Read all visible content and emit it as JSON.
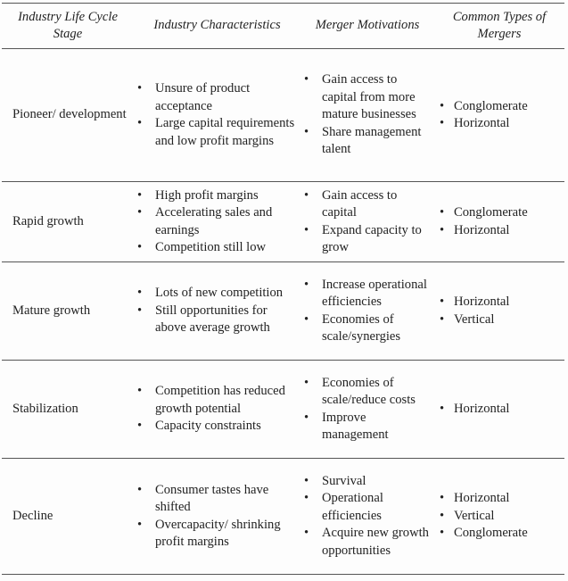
{
  "headers": {
    "stage": "Industry Life Cycle Stage",
    "characteristics": "Industry Characteristics",
    "motivations": "Merger Motivations",
    "types": "Common Types of Mergers"
  },
  "rows": [
    {
      "stage": "Pioneer/ development",
      "characteristics": [
        "Unsure of product acceptance",
        "Large capital requirements and low profit margins"
      ],
      "motivations": [
        "Gain access to capital from more mature businesses",
        "Share management talent"
      ],
      "types": [
        "Conglomerate",
        "Horizontal"
      ]
    },
    {
      "stage": "Rapid growth",
      "characteristics": [
        "High profit margins",
        "Accelerating sales and earnings",
        "Competition still low"
      ],
      "motivations": [
        "Gain access to capital",
        "Expand capacity to grow"
      ],
      "types": [
        "Conglomerate",
        "Horizontal"
      ]
    },
    {
      "stage": "Mature growth",
      "characteristics": [
        "Lots of new competition",
        "Still opportunities for above average growth"
      ],
      "motivations": [
        "Increase operational efficiencies",
        "Economies of scale/synergies"
      ],
      "types": [
        "Horizontal",
        "Vertical"
      ]
    },
    {
      "stage": "Stabilization",
      "characteristics": [
        "Competition has reduced growth potential",
        "Capacity constraints"
      ],
      "motivations": [
        "Economies of scale/reduce costs",
        "Improve management"
      ],
      "types": [
        "Horizontal"
      ]
    },
    {
      "stage": "Decline",
      "characteristics": [
        "Consumer tastes have shifted",
        "Overcapacity/ shrinking profit margins"
      ],
      "motivations": [
        "Survival",
        "Operational efficiencies",
        "Acquire new growth opportunities"
      ],
      "types": [
        "Horizontal",
        "Vertical",
        "Conglomerate"
      ]
    }
  ]
}
